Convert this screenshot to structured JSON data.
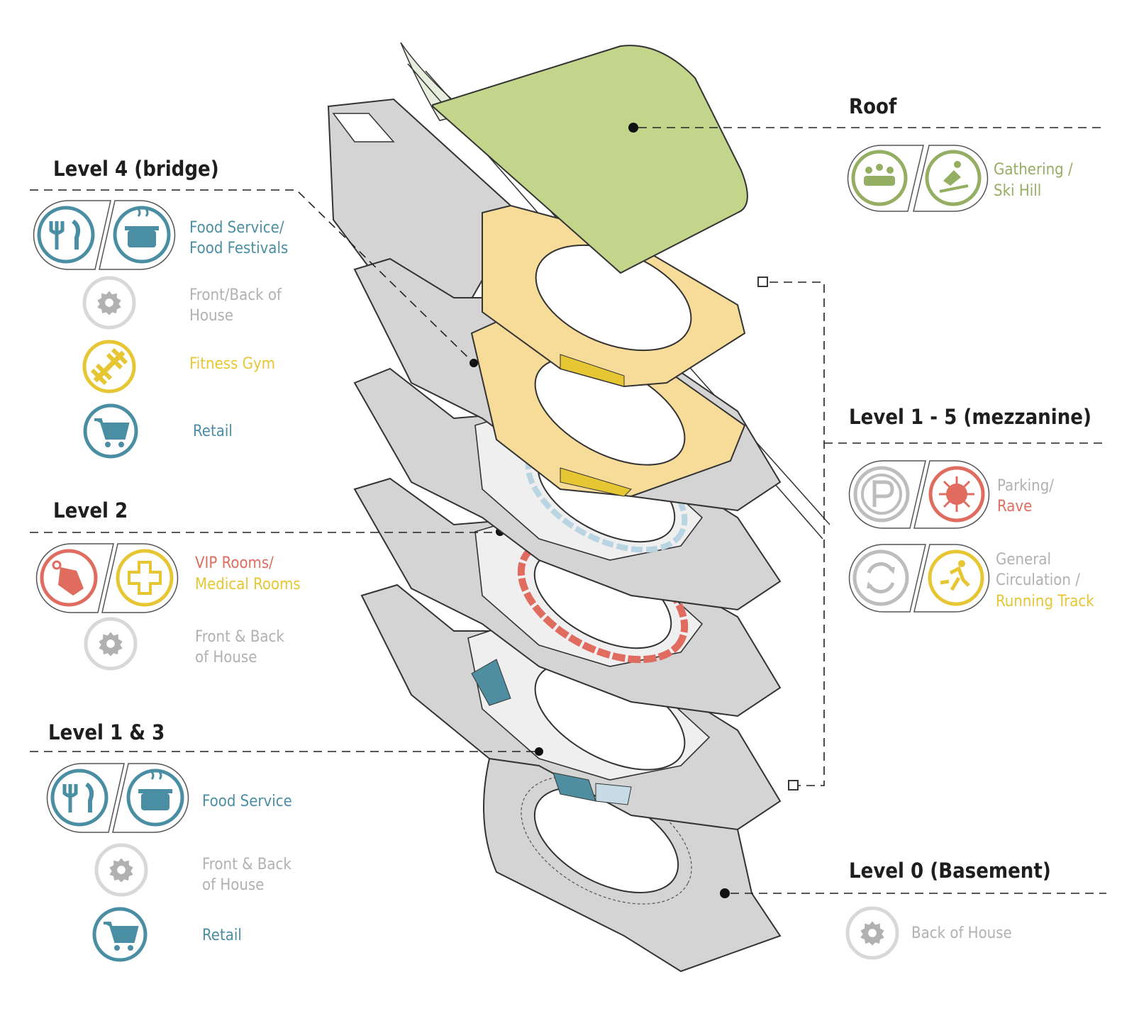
{
  "colors": {
    "teal": "#4a8ea3",
    "yellow": "#e7c634",
    "red": "#e06b5f",
    "green": "#94ae62",
    "gray": "#b1b1b1",
    "roof_green": "#c2d58b",
    "bridge_yellow": "#f6dc98",
    "slab_gray": "#d4d4d4"
  },
  "levels": {
    "roof": {
      "title": "Roof",
      "icons": [
        "gathering-icon",
        "ski-icon"
      ],
      "label_1": "Gathering /",
      "label_2": "Ski Hill"
    },
    "level4": {
      "title": "Level 4 (bridge)",
      "icons": [
        "fork-knife-icon",
        "cooking-pot-icon",
        "gear-icon",
        "dumbbell-icon",
        "shopping-cart-icon"
      ],
      "food_1": "Food Service/",
      "food_2": "Food Festivals",
      "house_1": "Front/Back of",
      "house_2": "House",
      "fitness": "Fitness Gym",
      "retail": "Retail"
    },
    "level2": {
      "title": "Level 2",
      "icons": [
        "vip-tag-icon",
        "medical-cross-icon",
        "gear-icon"
      ],
      "vip": "VIP Rooms/",
      "medical": "Medical Rooms",
      "house_1": "Front & Back",
      "house_2": "of House"
    },
    "level13": {
      "title": "Level 1 & 3",
      "icons": [
        "fork-knife-icon",
        "cooking-pot-icon",
        "gear-icon",
        "shopping-cart-icon"
      ],
      "food": "Food Service",
      "house_1": "Front & Back",
      "house_2": "of House",
      "retail": "Retail"
    },
    "mezzanine": {
      "title": "Level 1 - 5 (mezzanine)",
      "icons": [
        "parking-icon",
        "rave-icon",
        "circulation-icon",
        "running-icon"
      ],
      "parking": "Parking/",
      "rave": "Rave",
      "general": "General",
      "circulation": "Circulation /",
      "running": "Running Track"
    },
    "level0": {
      "title": "Level 0 (Basement)",
      "icons": [
        "gear-icon"
      ],
      "back": "Back of House"
    }
  }
}
